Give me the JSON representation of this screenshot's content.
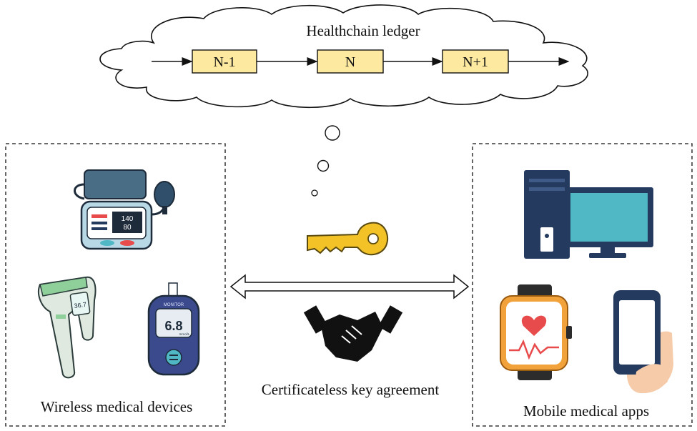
{
  "ledger": {
    "title": "Healthchain ledger",
    "blocks": [
      "N-1",
      "N",
      "N+1"
    ],
    "block_fill": "#fdeaa0"
  },
  "left_panel": {
    "caption": "Wireless medical devices",
    "devices": [
      {
        "icon": "blood-pressure-monitor-icon",
        "reading_top": "140",
        "reading_bottom": "80"
      },
      {
        "icon": "infrared-thermometer-icon",
        "reading": "36.7"
      },
      {
        "icon": "glucose-meter-icon",
        "brand": "MONITOR",
        "reading": "6.8",
        "unit": "mmol/L"
      }
    ]
  },
  "center": {
    "key_icon": "key-icon",
    "arrow_icon": "double-arrow-icon",
    "handshake_icon": "handshake-icon",
    "caption": "Certificateless key agreement"
  },
  "right_panel": {
    "caption": "Mobile medical apps",
    "devices": [
      {
        "icon": "desktop-computer-icon"
      },
      {
        "icon": "smartwatch-icon"
      },
      {
        "icon": "smartphone-icon"
      }
    ]
  },
  "colors": {
    "key": "#f2c227",
    "teal_screen": "#4fb8c4",
    "navy": "#243a5e",
    "watch_orange": "#f2a23a",
    "heart_red": "#e84b4b"
  }
}
